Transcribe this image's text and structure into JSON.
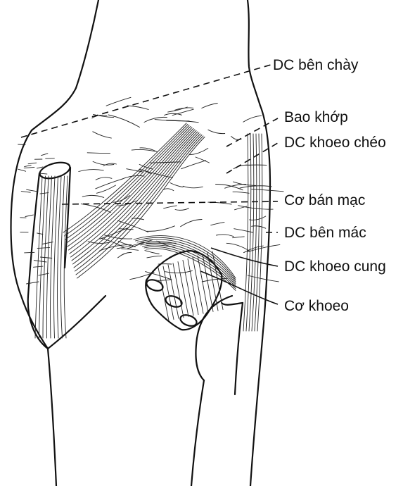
{
  "labels": {
    "dc_ben_chay": "DC bên chày",
    "bao_khop": "Bao khớp",
    "dc_khoeo_cheo": "DC khoeo chéo",
    "co_ban_mac": "Cơ bán mạc",
    "dc_ben_mac": "DC bên mác",
    "dc_khoeo_cung": "DC khoeo cung",
    "co_khoeo": "Cơ khoeo"
  }
}
